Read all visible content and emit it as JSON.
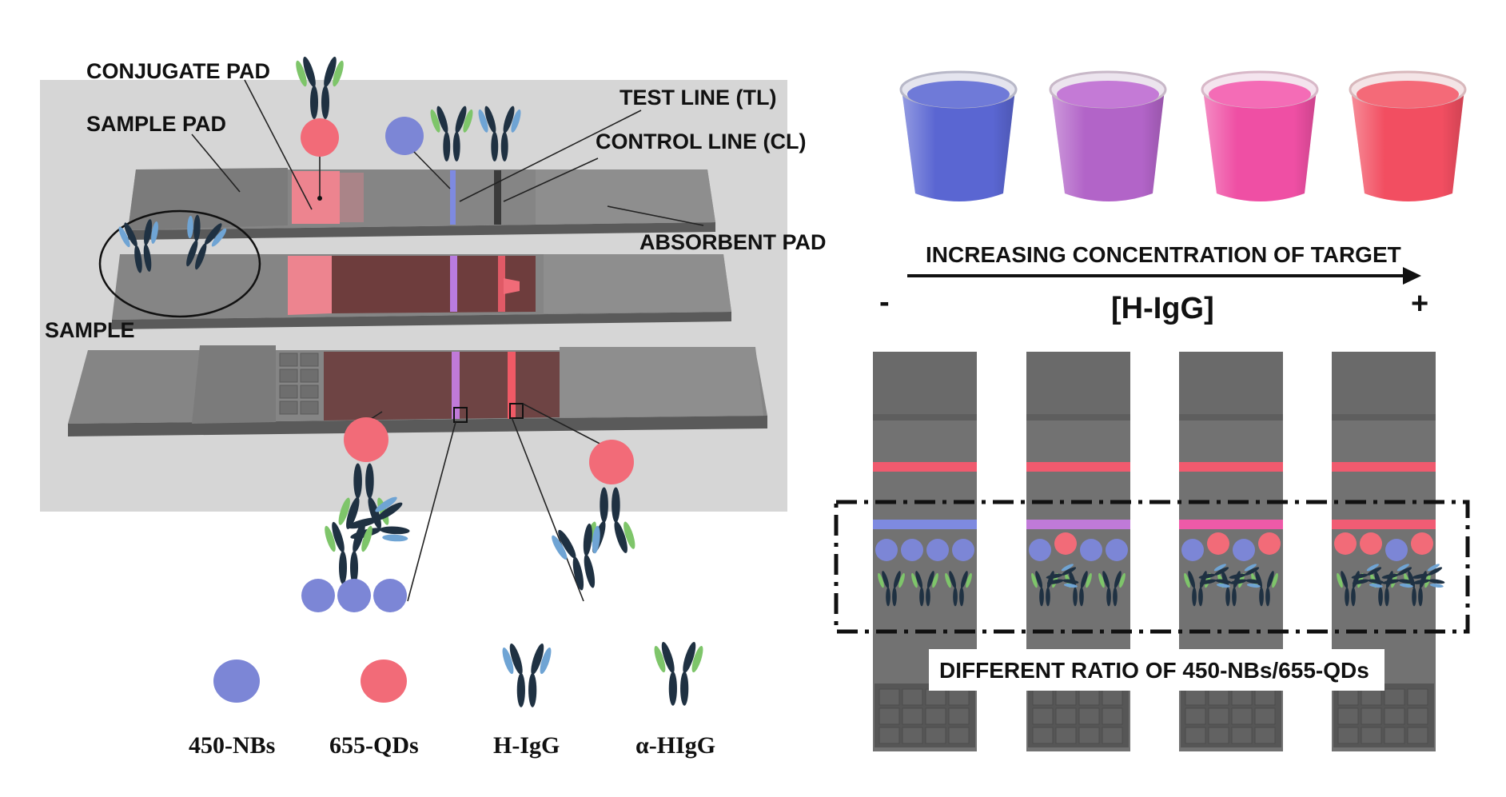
{
  "labels": {
    "conjugate_pad": "CONJUGATE PAD",
    "sample_pad": "SAMPLE PAD",
    "test_line": "TEST LINE (TL)",
    "control_line": "CONTROL LINE (CL)",
    "absorbent_pad": "ABSORBENT PAD",
    "sample": "SAMPLE"
  },
  "legend": {
    "nb": "450-NBs",
    "qd": "655-QDs",
    "higg": "H-IgG",
    "ahigg": "α-HIgG"
  },
  "right_panel": {
    "axis_label": "INCREASING CONCENTRATION OF TARGET",
    "minus": "-",
    "plus": "+",
    "target": "[H-IgG]",
    "ratio_label": "DIFFERENT RATIO OF 450-NBs/655-QDs"
  },
  "colors": {
    "nanobead_blue": "#7c86d6",
    "quantum_dot_red": "#f26b78",
    "strip_gray": "#727272",
    "antibody_dark": "#1f3142",
    "antibody_light_blue": "#6fa4d4",
    "antibody_light_green": "#7ec56a",
    "test_line_colors": [
      "#7e8ae0",
      "#c07ad8",
      "#ee5aa8",
      "#f15c74"
    ],
    "beaker_colors": [
      "#5a66d2",
      "#b264c8",
      "#ef4fa4",
      "#f24e61"
    ]
  }
}
